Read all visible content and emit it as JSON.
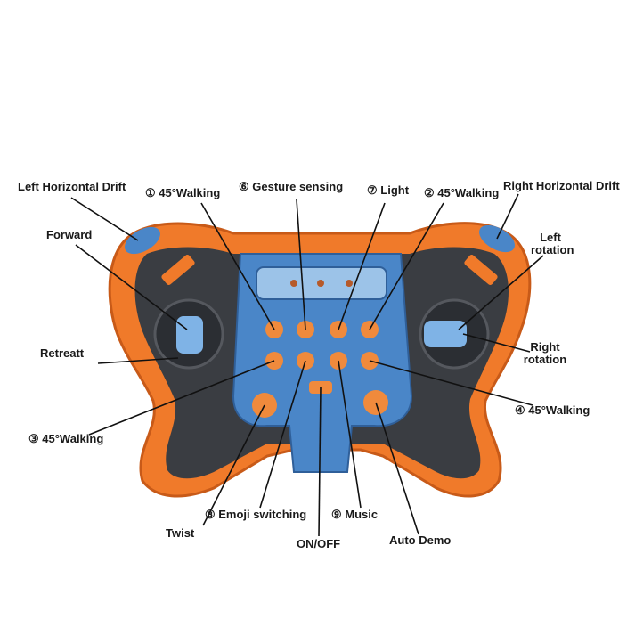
{
  "labels": {
    "left_horizontal_drift": "Left Horizontal Drift",
    "walking_1": "① 45°Walking",
    "gesture_sensing": "⑥ Gesture sensing",
    "light": "⑦ Light",
    "walking_2": "② 45°Walking",
    "right_horizontal_drift": "Right Horizontal Drift",
    "forward": "Forward",
    "left_rotation_1": "Left",
    "left_rotation_2": "rotation",
    "retreat": "Retreatt",
    "right_rotation_1": "Right",
    "right_rotation_2": "rotation",
    "walking_3": "③ 45°Walking",
    "walking_4": "④ 45°Walking",
    "twist": "Twist",
    "emoji_switching": "⑧ Emoji switching",
    "music": "⑨ Music",
    "on_off": "ON/OFF",
    "auto_demo": "Auto Demo"
  },
  "colors": {
    "shell_orange": "#f07a2a",
    "shell_dark": "#3a3d42",
    "panel_blue": "#4a86c8",
    "button_orange": "#f08a3c",
    "joystick_blue": "#7fb3e6",
    "line": "#111111"
  }
}
